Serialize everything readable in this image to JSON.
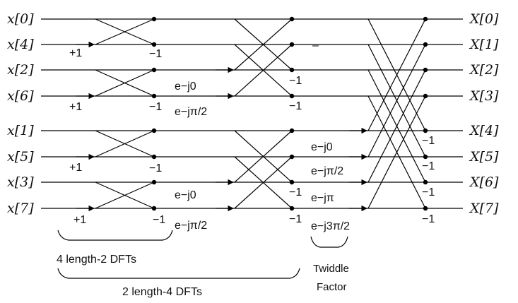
{
  "inputs": [
    "x[0]",
    "x[4]",
    "x[2]",
    "x[6]",
    "x[1]",
    "x[5]",
    "x[3]",
    "x[7]"
  ],
  "outputs": [
    "X[0]",
    "X[1]",
    "X[2]",
    "X[3]",
    "X[4]",
    "X[5]",
    "X[6]",
    "X[7]"
  ],
  "stage1": {
    "plus_one": [
      "+1",
      "+1",
      "+1",
      "+1"
    ],
    "minus_one": [
      "−1",
      "−1",
      "−1",
      "−1"
    ]
  },
  "stage2": {
    "twiddles": [
      "e−j0",
      "e−jπ/2",
      "e−j0",
      "e−jπ/2"
    ],
    "minus_one": [
      "−1",
      "−1",
      "−1",
      "−1"
    ],
    "dash": "–"
  },
  "stage3": {
    "twiddles": [
      "e−j0",
      "e−jπ/2",
      "e−jπ",
      "e−j3π/2"
    ],
    "minus_one": [
      "−1",
      "−1",
      "−1",
      "−1"
    ]
  },
  "captions": {
    "four_dfts": "4 length-2 DFTs",
    "two_dfts": "2 length-4 DFTs",
    "twiddle_line1": "Twiddle",
    "twiddle_line2": "Factor"
  }
}
